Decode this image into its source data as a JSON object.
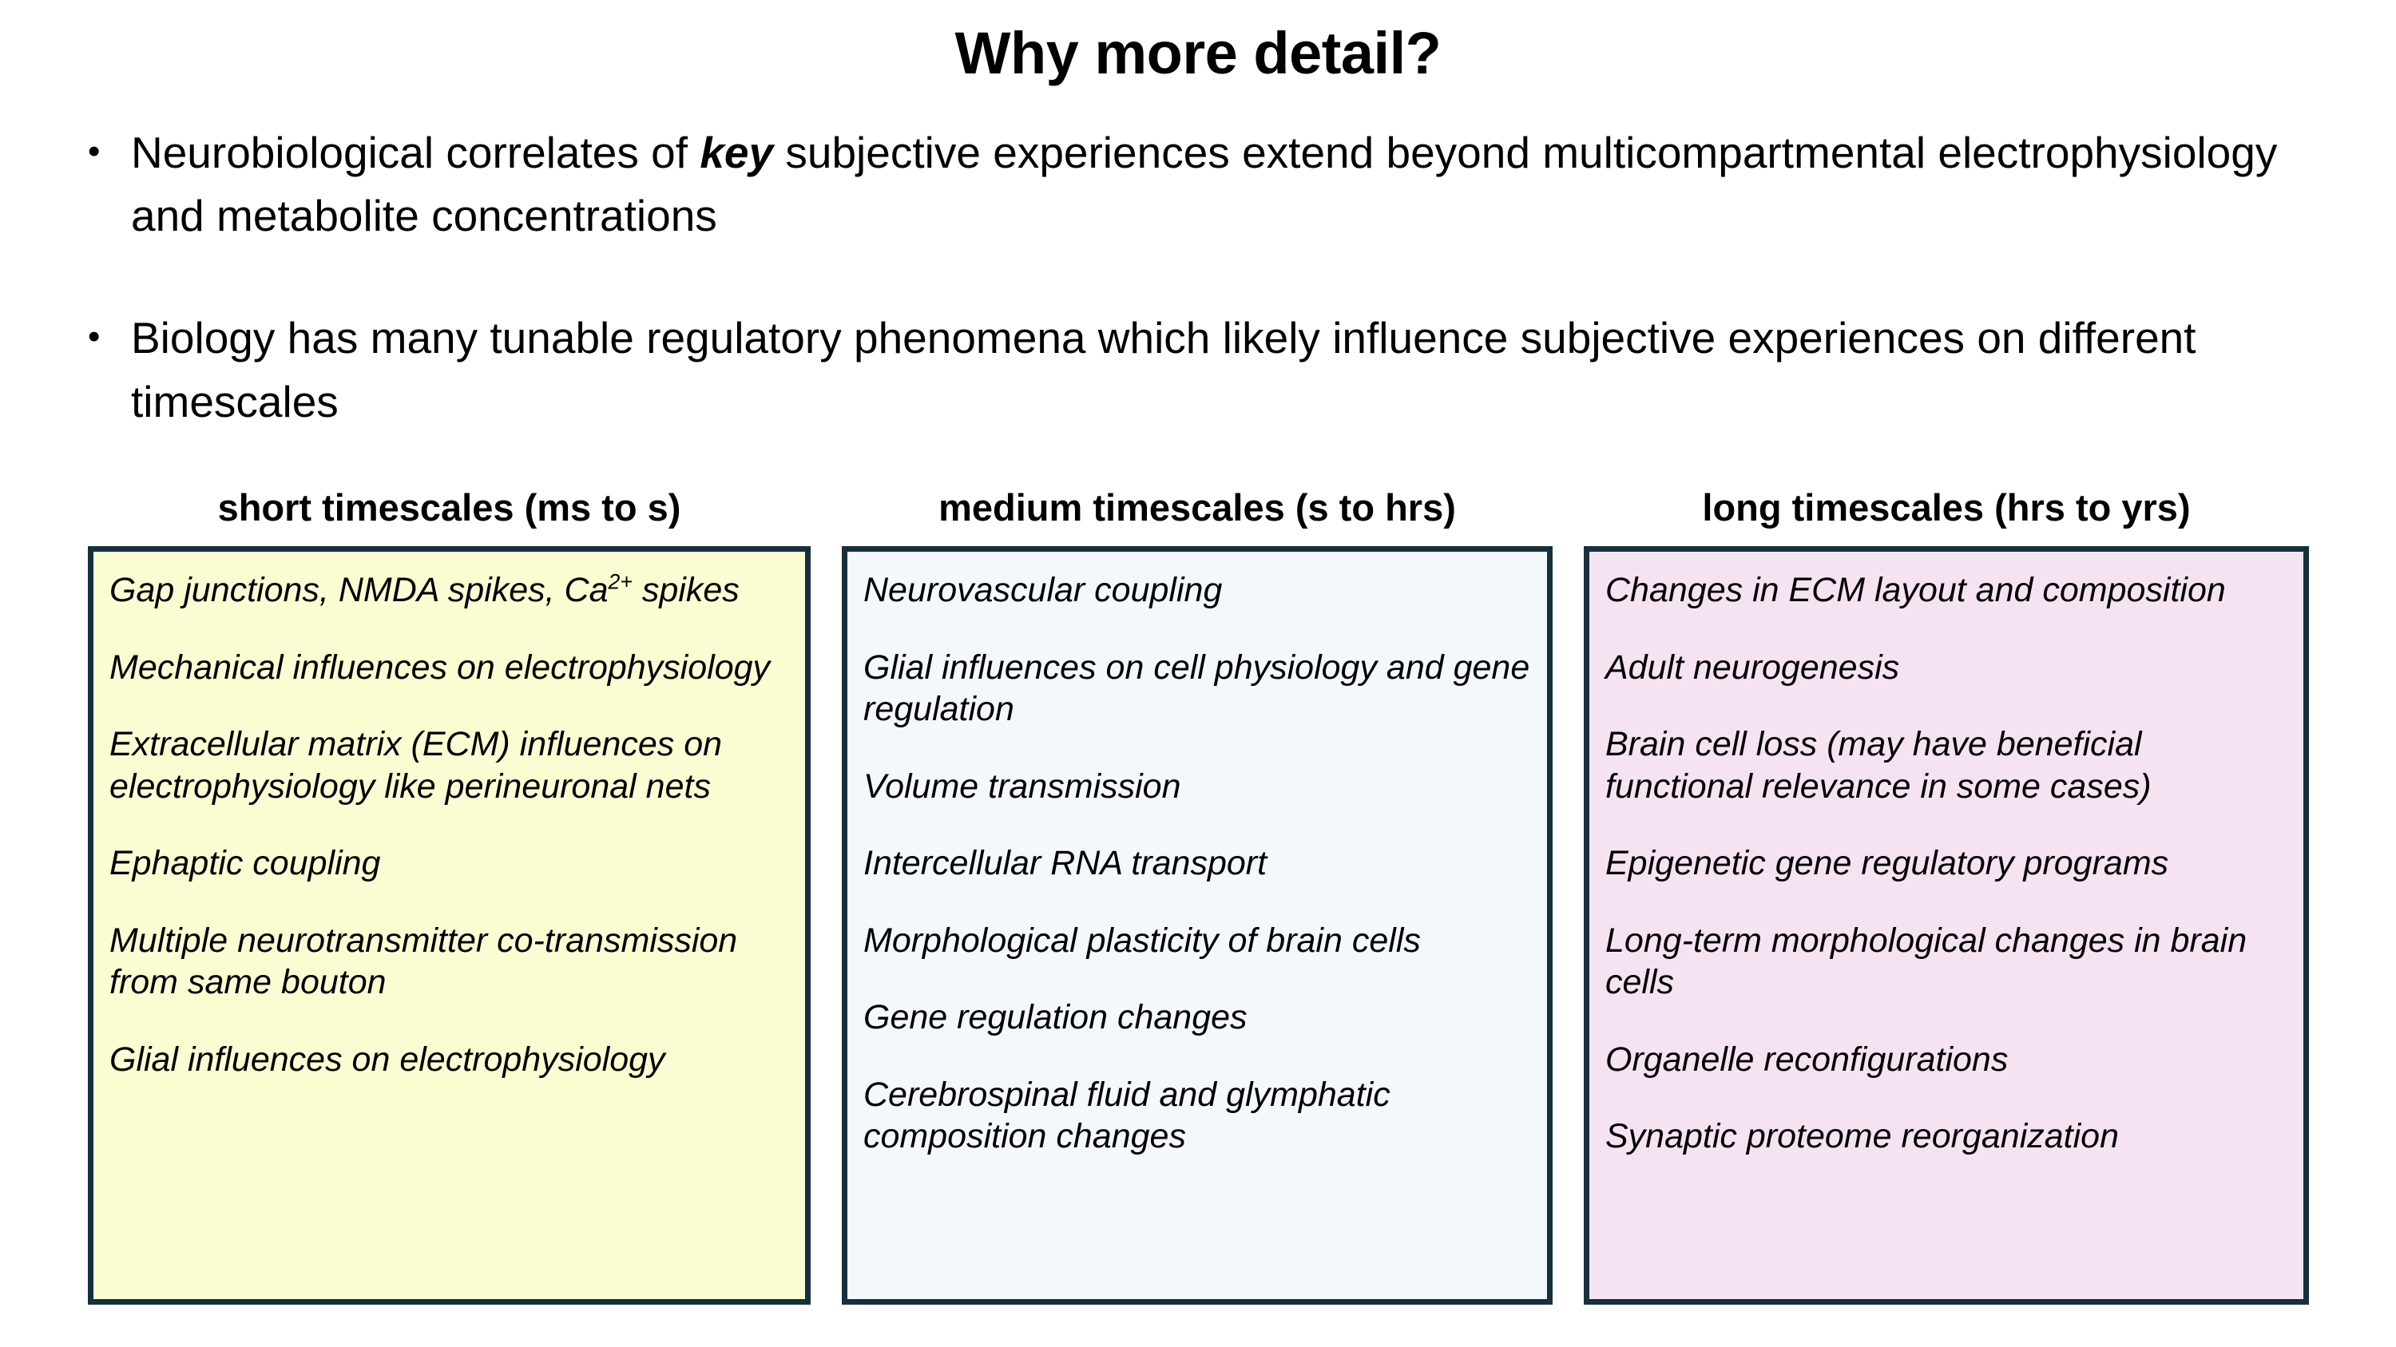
{
  "slide": {
    "title": "Why more detail?",
    "bullet_mark": "•",
    "bullets": [
      {
        "pre": "Neurobiological correlates of ",
        "emphasis": "key",
        "post": " subjective experiences extend beyond multicompartmental electrophysiology and metabolite concentrations"
      },
      {
        "pre": "Biology has many tunable regulatory phenomena which likely influence subjective experiences on different timescales",
        "emphasis": "",
        "post": ""
      }
    ],
    "columns": [
      {
        "header": "short timescales (ms to s)",
        "fill_color": "#fcfcd2",
        "border_color": "#16303d",
        "items": [
          "Gap junctions, NMDA spikes, Ca2+ spikes",
          "Mechanical influences on electrophysiology",
          "Extracellular matrix (ECM) influences on electrophysiology like perineuronal nets",
          "Ephaptic coupling",
          "Multiple neurotransmitter co-transmission from same bouton",
          "Glial influences on electrophysiology"
        ]
      },
      {
        "header": "medium timescales (s to hrs)",
        "fill_color": "#f3f8fd",
        "border_color": "#16303d",
        "items": [
          "Neurovascular coupling",
          "Glial influences on cell physiology and gene regulation",
          "Volume transmission",
          "Intercellular RNA transport",
          "Morphological plasticity of brain cells",
          "Gene regulation changes",
          "Cerebrospinal fluid and glymphatic composition changes"
        ]
      },
      {
        "header": "long timescales (hrs to yrs)",
        "fill_color": "#f6e3f2",
        "border_color": "#16303d",
        "items": [
          "Changes in ECM layout and composition",
          "Adult neurogenesis",
          "Brain cell loss (may have beneficial functional relevance in some cases)",
          "Epigenetic gene regulatory programs",
          "Long-term morphological changes in brain cells",
          "Organelle reconfigurations",
          "Synaptic proteome reorganization"
        ]
      }
    ]
  }
}
